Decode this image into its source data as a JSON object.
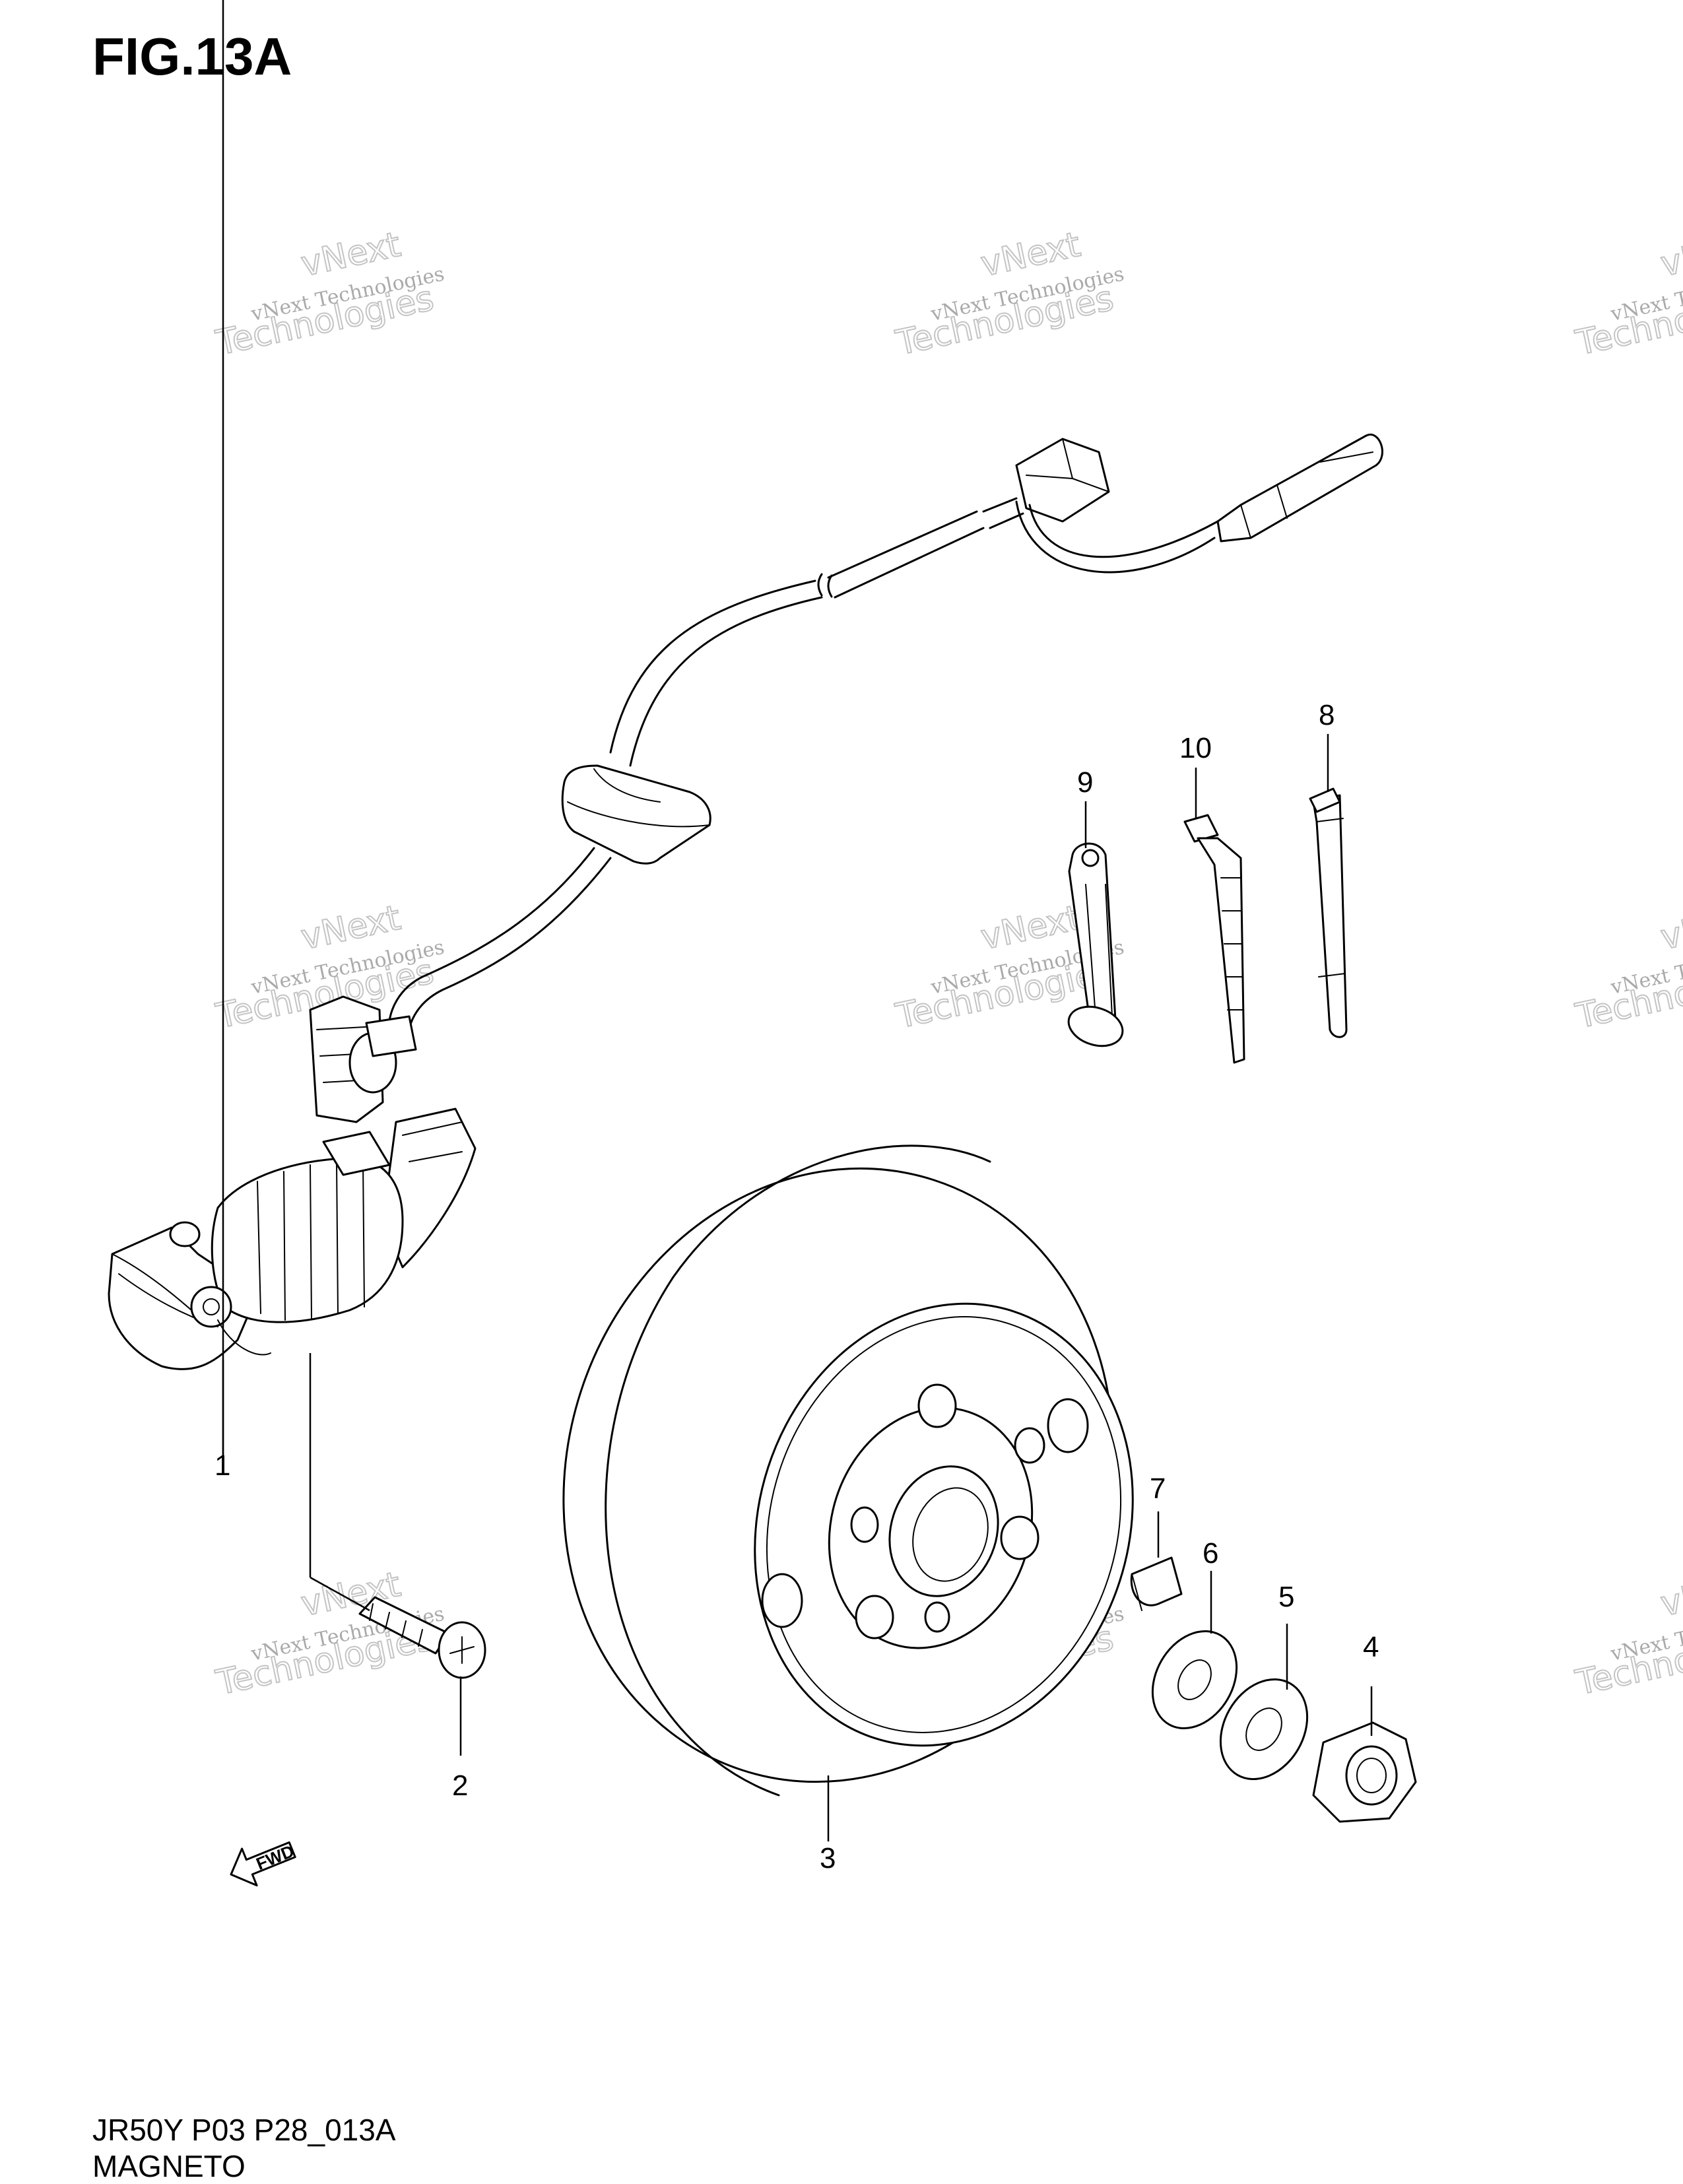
{
  "figure": {
    "title": "FIG.13A",
    "code": "JR50Y P03 P28_013A",
    "name": "MAGNETO"
  },
  "callouts": [
    "1",
    "2",
    "3",
    "4",
    "5",
    "6",
    "7",
    "8",
    "9",
    "10"
  ],
  "fwd_label": "FWD",
  "watermark": {
    "line1": "vNext Technologies",
    "line2": "vNext",
    "line3": "Technologies"
  }
}
